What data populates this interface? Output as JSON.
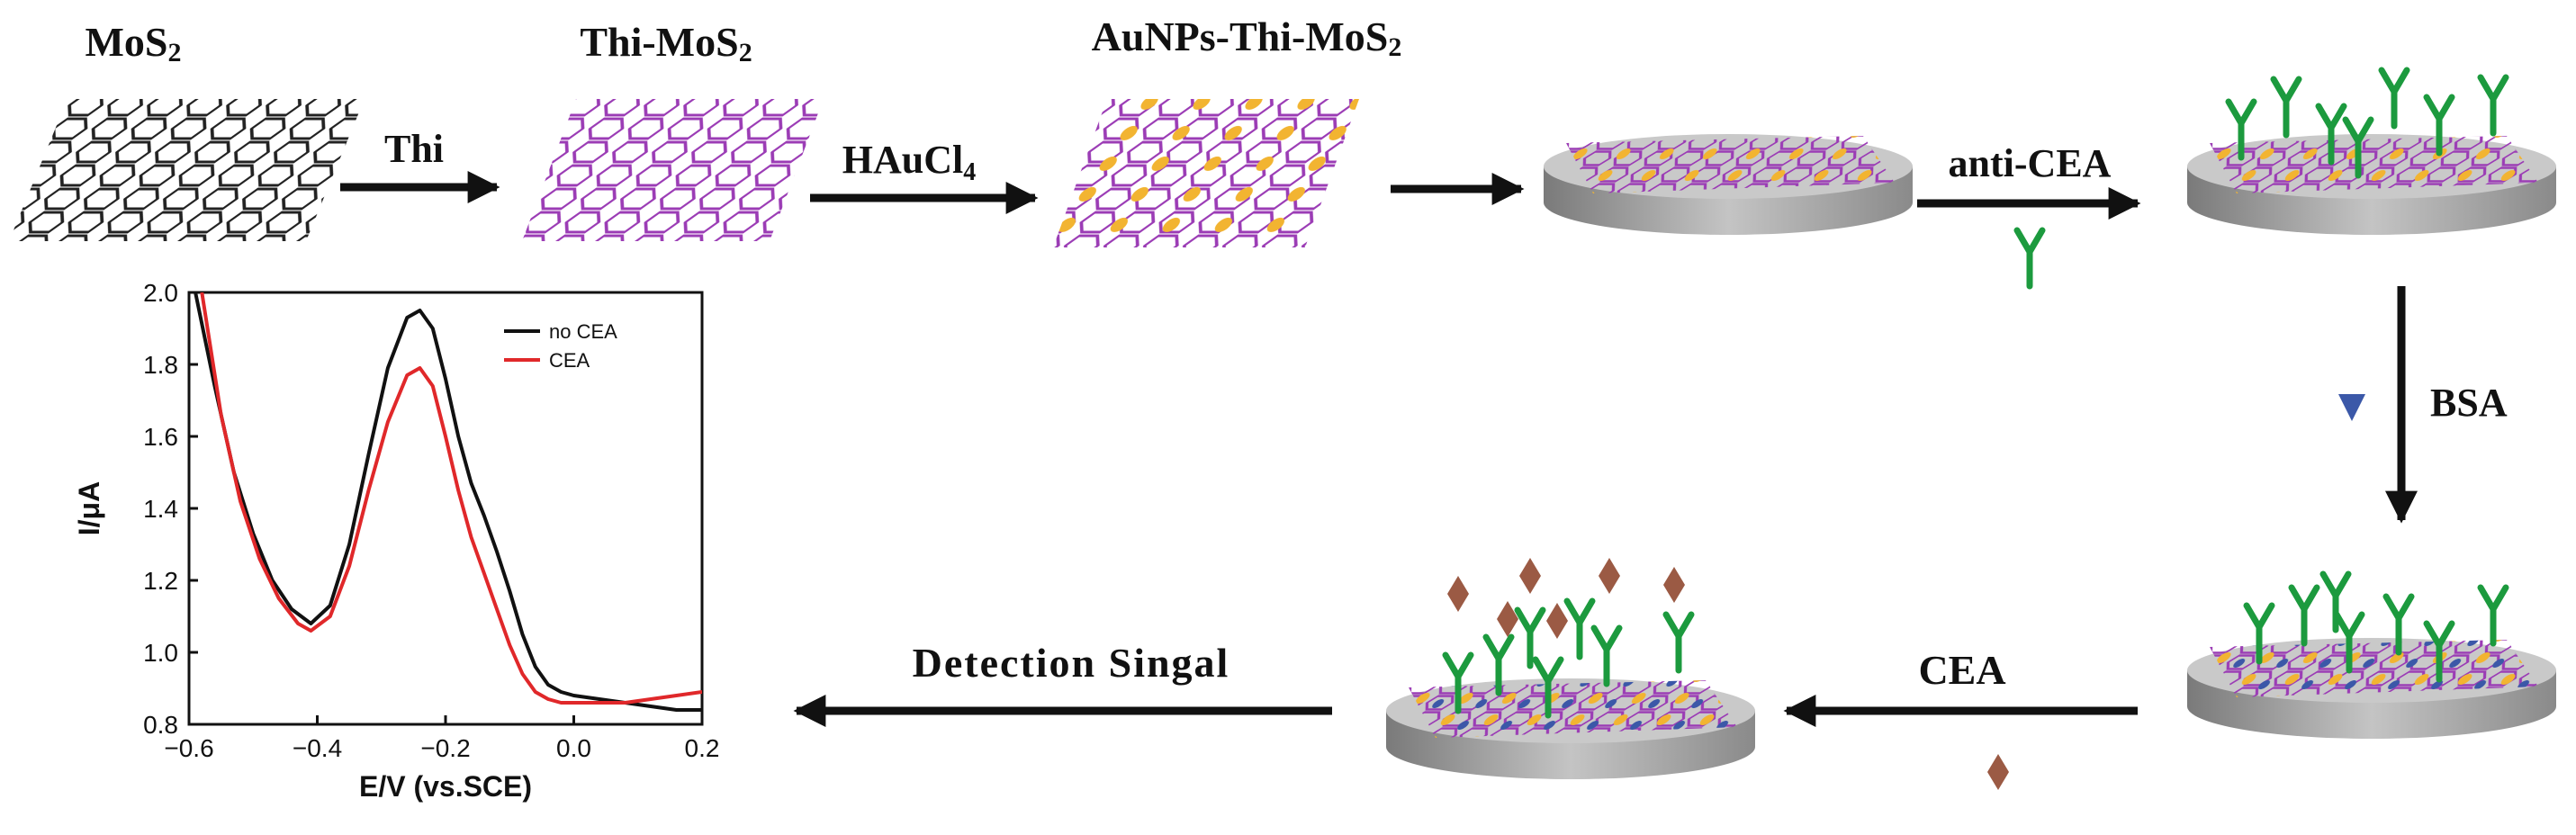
{
  "labels": {
    "mos2": "MoS",
    "mos2_sub": "2",
    "thi_mos2": "Thi-MoS",
    "thi_mos2_sub": "2",
    "aunps_thi_mos2": "AuNPs-Thi-MoS",
    "aunps_thi_mos2_sub": "2"
  },
  "arrows": {
    "thi": "Thi",
    "haucl": "HAuCl",
    "haucl_sub": "4",
    "anti_cea": "anti-CEA",
    "bsa": "BSA",
    "cea": "CEA",
    "detection": "Detection Singal"
  },
  "colors": {
    "mos2_sheet": "#222222",
    "thi_sheet": "#9b3cb5",
    "gold": "#f2b431",
    "antibody": "#1c9a3e",
    "bsa": "#3b58a8",
    "cea": "#9b5a44",
    "electrode_top": "#bfbfbf",
    "electrode_side": "#8a8a8a",
    "curve_no_cea": "#111111",
    "curve_cea": "#e0282a"
  },
  "icons": {
    "antibody": "antibody-y-icon",
    "bsa": "bsa-triangle-icon",
    "cea": "cea-diamond-icon"
  },
  "chart_data": {
    "type": "line",
    "xlabel": "E/V (vs.SCE)",
    "ylabel": "I/μA",
    "xlim": [
      -0.6,
      0.2
    ],
    "ylim": [
      0.8,
      2.0
    ],
    "xticks": [
      "−0.6",
      "−0.4",
      "−0.2",
      "0.0",
      "0.2"
    ],
    "xtick_values": [
      -0.6,
      -0.4,
      -0.2,
      0.0,
      0.2
    ],
    "yticks": [
      "0.8",
      "1.0",
      "1.2",
      "1.4",
      "1.6",
      "1.8",
      "2.0"
    ],
    "ytick_values": [
      0.8,
      1.0,
      1.2,
      1.4,
      1.6,
      1.8,
      2.0
    ],
    "legend_position": "top-right",
    "grid": false,
    "series": [
      {
        "name": "no CEA",
        "color": "#111111",
        "x": [
          -0.59,
          -0.56,
          -0.53,
          -0.5,
          -0.47,
          -0.44,
          -0.41,
          -0.38,
          -0.35,
          -0.32,
          -0.29,
          -0.26,
          -0.24,
          -0.22,
          -0.2,
          -0.18,
          -0.16,
          -0.14,
          -0.12,
          -0.1,
          -0.08,
          -0.06,
          -0.04,
          -0.02,
          0.0,
          0.04,
          0.08,
          0.12,
          0.16,
          0.2
        ],
        "y": [
          2.0,
          1.74,
          1.5,
          1.33,
          1.2,
          1.12,
          1.08,
          1.13,
          1.3,
          1.55,
          1.79,
          1.93,
          1.95,
          1.9,
          1.76,
          1.6,
          1.47,
          1.38,
          1.28,
          1.17,
          1.05,
          0.96,
          0.91,
          0.89,
          0.88,
          0.87,
          0.86,
          0.85,
          0.84,
          0.84
        ]
      },
      {
        "name": "CEA",
        "color": "#e0282a",
        "x": [
          -0.58,
          -0.55,
          -0.52,
          -0.49,
          -0.46,
          -0.43,
          -0.41,
          -0.38,
          -0.35,
          -0.32,
          -0.29,
          -0.26,
          -0.24,
          -0.22,
          -0.2,
          -0.18,
          -0.16,
          -0.14,
          -0.12,
          -0.1,
          -0.08,
          -0.06,
          -0.04,
          -0.02,
          0.0,
          0.04,
          0.08,
          0.12,
          0.16,
          0.2
        ],
        "y": [
          2.0,
          1.66,
          1.42,
          1.26,
          1.15,
          1.08,
          1.06,
          1.1,
          1.24,
          1.45,
          1.64,
          1.77,
          1.79,
          1.74,
          1.6,
          1.45,
          1.32,
          1.22,
          1.12,
          1.02,
          0.94,
          0.89,
          0.87,
          0.86,
          0.86,
          0.86,
          0.86,
          0.87,
          0.88,
          0.89
        ]
      }
    ]
  }
}
